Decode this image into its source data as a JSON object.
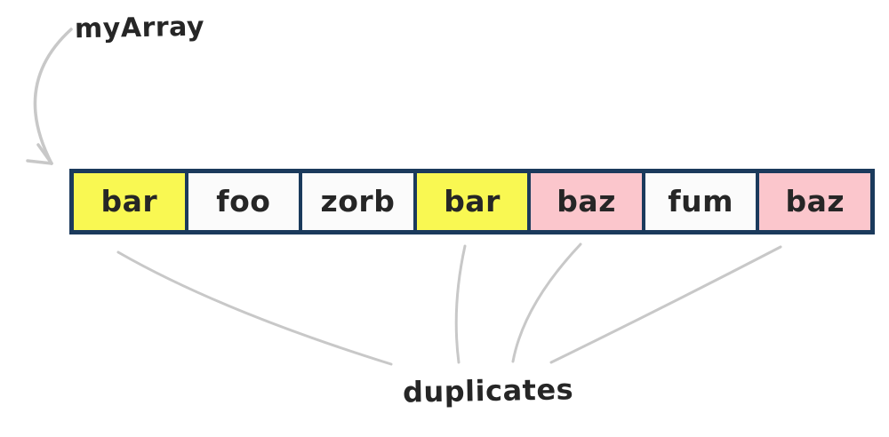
{
  "diagram": {
    "array_label": "myArray",
    "duplicates_label": "duplicates",
    "array": {
      "cells": [
        {
          "value": "bar",
          "type": "duplicate_a"
        },
        {
          "value": "foo",
          "type": "unique"
        },
        {
          "value": "zorb",
          "type": "unique"
        },
        {
          "value": "bar",
          "type": "duplicate_a"
        },
        {
          "value": "baz",
          "type": "duplicate_b"
        },
        {
          "value": "fum",
          "type": "unique"
        },
        {
          "value": "baz",
          "type": "duplicate_b"
        }
      ]
    },
    "colors": {
      "duplicate_a": "#f9f852",
      "duplicate_b": "#fbc6cc",
      "unique": "#fbfbfb",
      "border": "#1b3a5c",
      "connector": "#c8c8c8",
      "text": "#262626"
    }
  }
}
